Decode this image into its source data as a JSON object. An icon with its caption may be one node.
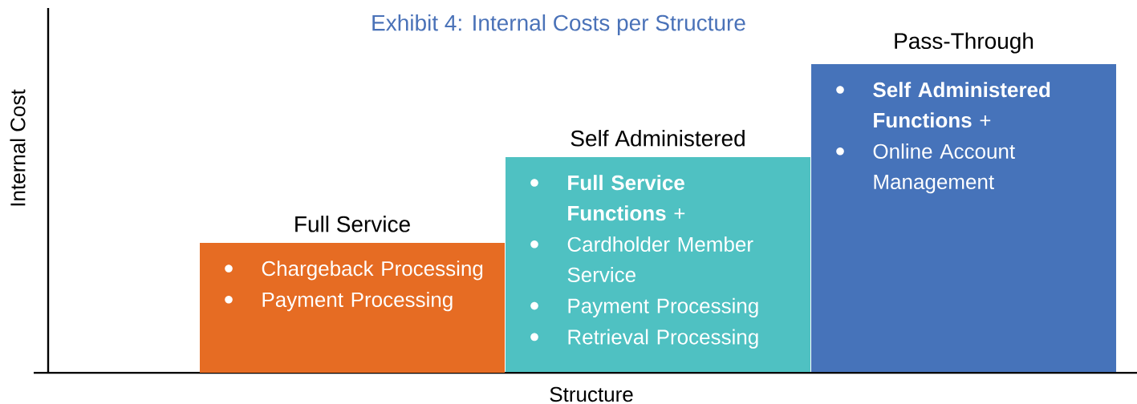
{
  "diagram": {
    "title": "Exhibit 4: Internal Costs per Structure",
    "nodes": [
      {
        "text": [
          "Full Service",
          "Chargeback Processing",
          "Payment Processing"
        ]
      },
      {
        "text": [
          "Self Administered",
          "**Full Service Functions** +",
          "Cardholder Member Service",
          "Payment Processing",
          "Retrieval Processing"
        ]
      },
      {
        "text": [
          "Pass-Through",
          "**Self Administered Functions** +",
          "Online Account Management"
        ]
      }
    ],
    "labels": [
      "Internal Cost",
      "Structure"
    ]
  }
}
